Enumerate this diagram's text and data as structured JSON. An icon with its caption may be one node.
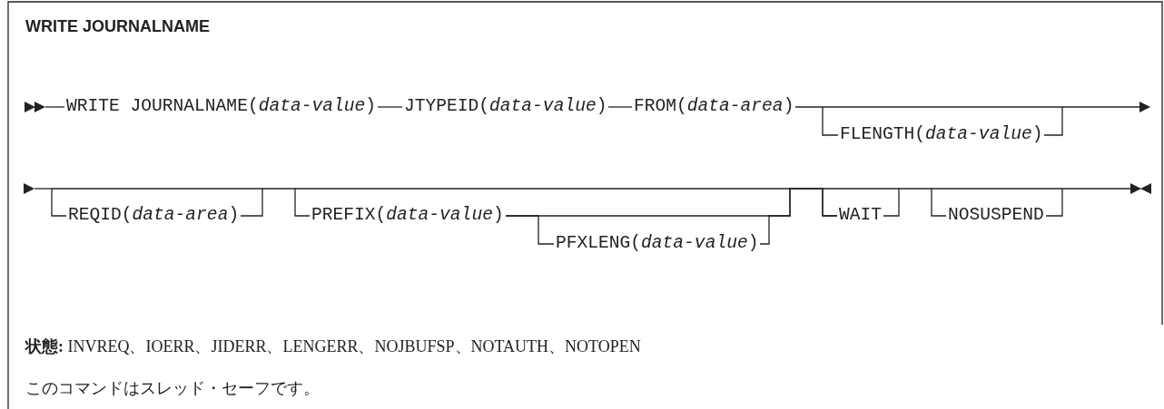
{
  "diagram": {
    "title": "WRITE JOURNALNAME",
    "nodes": [
      {
        "text": [
          "WRITE JOURNALNAME(*data-value*)"
        ]
      },
      {
        "text": [
          "JTYPEID(*data-value*)"
        ]
      },
      {
        "text": [
          "FROM(*data-area*)"
        ]
      },
      {
        "text": [
          "FLENGTH(*data-value*)"
        ]
      },
      {
        "text": [
          "REQID(*data-area*)"
        ]
      },
      {
        "text": [
          "PREFIX(*data-value*)"
        ]
      },
      {
        "text": [
          "PFXLENG(*data-value*)"
        ]
      },
      {
        "text": [
          "WAIT"
        ]
      },
      {
        "text": [
          "NOSUSPEND"
        ]
      }
    ],
    "edges": [
      {
        "from": 0,
        "to": 1,
        "arrow": "none"
      },
      {
        "from": 1,
        "to": 2,
        "arrow": "none"
      },
      {
        "from": 2,
        "to": 3,
        "arrow": "none"
      },
      {
        "from": 4,
        "to": 5,
        "arrow": "none"
      },
      {
        "from": 5,
        "to": 6,
        "arrow": "none"
      },
      {
        "from": 5,
        "to": 7,
        "arrow": "none"
      },
      {
        "from": 6,
        "to": 7,
        "arrow": "none"
      },
      {
        "from": 7,
        "to": 8,
        "arrow": "none"
      }
    ],
    "labels": [
      "**状態:** INVREQ、IOERR、JIDERR、LENGERR、NOJBUFSP、NOTAUTH、NOTOPEN",
      "このコマンドはスレッド・セーフです。"
    ]
  }
}
